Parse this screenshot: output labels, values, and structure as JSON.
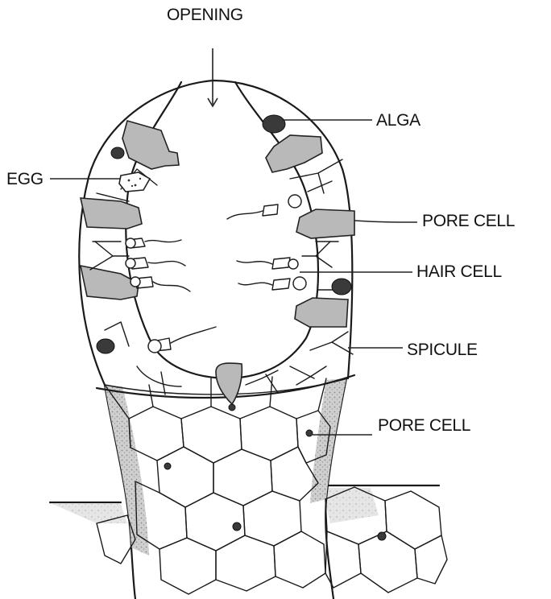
{
  "labels": {
    "opening": "OPENING",
    "alga": "ALGA",
    "egg": "EGG",
    "pore_cell_upper": "PORE CELL",
    "hair_cell": "HAIR CELL",
    "spicule": "SPICULE",
    "pore_cell_lower": "PORE CELL"
  },
  "colors": {
    "ink": "#1a1a1a",
    "shading": "#b9b9b9",
    "alga": "#3a3a3a",
    "background": "#ffffff"
  }
}
